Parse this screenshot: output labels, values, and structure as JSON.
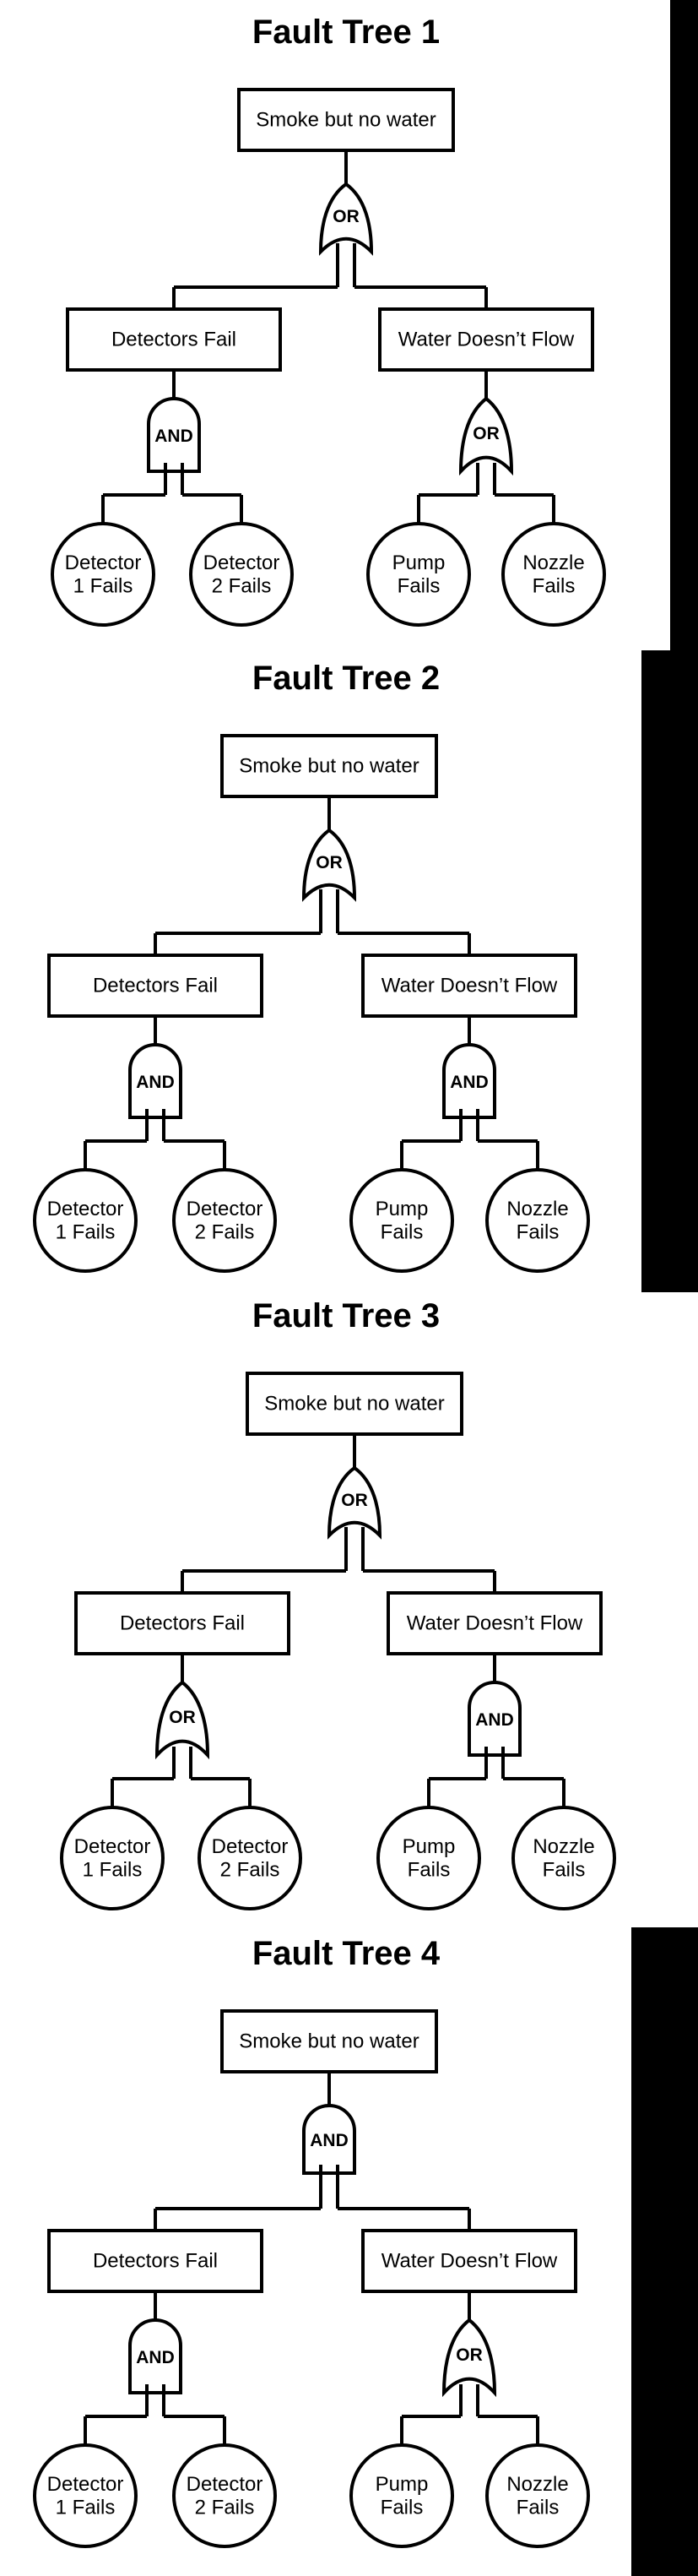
{
  "colors": {
    "ink": "#000000",
    "paper": "#ffffff"
  },
  "trees": [
    {
      "title": "Fault Tree 1",
      "top": "Smoke but no water",
      "top_gate": "OR",
      "left": {
        "label": "Detectors Fail",
        "gate": "AND",
        "leaves": [
          [
            "Detector",
            "1 Fails"
          ],
          [
            "Detector",
            "2 Fails"
          ]
        ]
      },
      "right": {
        "label": "Water Doesn’t Flow",
        "gate": "OR",
        "leaves": [
          [
            "Pump",
            "Fails"
          ],
          [
            "Nozzle",
            "Fails"
          ]
        ]
      }
    },
    {
      "title": "Fault Tree 2",
      "top": "Smoke but no water",
      "top_gate": "OR",
      "left": {
        "label": "Detectors Fail",
        "gate": "AND",
        "leaves": [
          [
            "Detector",
            "1 Fails"
          ],
          [
            "Detector",
            "2 Fails"
          ]
        ]
      },
      "right": {
        "label": "Water Doesn’t Flow",
        "gate": "AND",
        "leaves": [
          [
            "Pump",
            "Fails"
          ],
          [
            "Nozzle",
            "Fails"
          ]
        ]
      }
    },
    {
      "title": "Fault Tree 3",
      "top": "Smoke but no water",
      "top_gate": "OR",
      "left": {
        "label": "Detectors Fail",
        "gate": "OR",
        "leaves": [
          [
            "Detector",
            "1 Fails"
          ],
          [
            "Detector",
            "2 Fails"
          ]
        ]
      },
      "right": {
        "label": "Water Doesn’t Flow",
        "gate": "AND",
        "leaves": [
          [
            "Pump",
            "Fails"
          ],
          [
            "Nozzle",
            "Fails"
          ]
        ]
      }
    },
    {
      "title": "Fault Tree 4",
      "top": "Smoke but no water",
      "top_gate": "AND",
      "left": {
        "label": "Detectors Fail",
        "gate": "AND",
        "leaves": [
          [
            "Detector",
            "1 Fails"
          ],
          [
            "Detector",
            "2 Fails"
          ]
        ]
      },
      "right": {
        "label": "Water Doesn’t Flow",
        "gate": "OR",
        "leaves": [
          [
            "Pump",
            "Fails"
          ],
          [
            "Nozzle",
            "Fails"
          ]
        ]
      }
    }
  ]
}
